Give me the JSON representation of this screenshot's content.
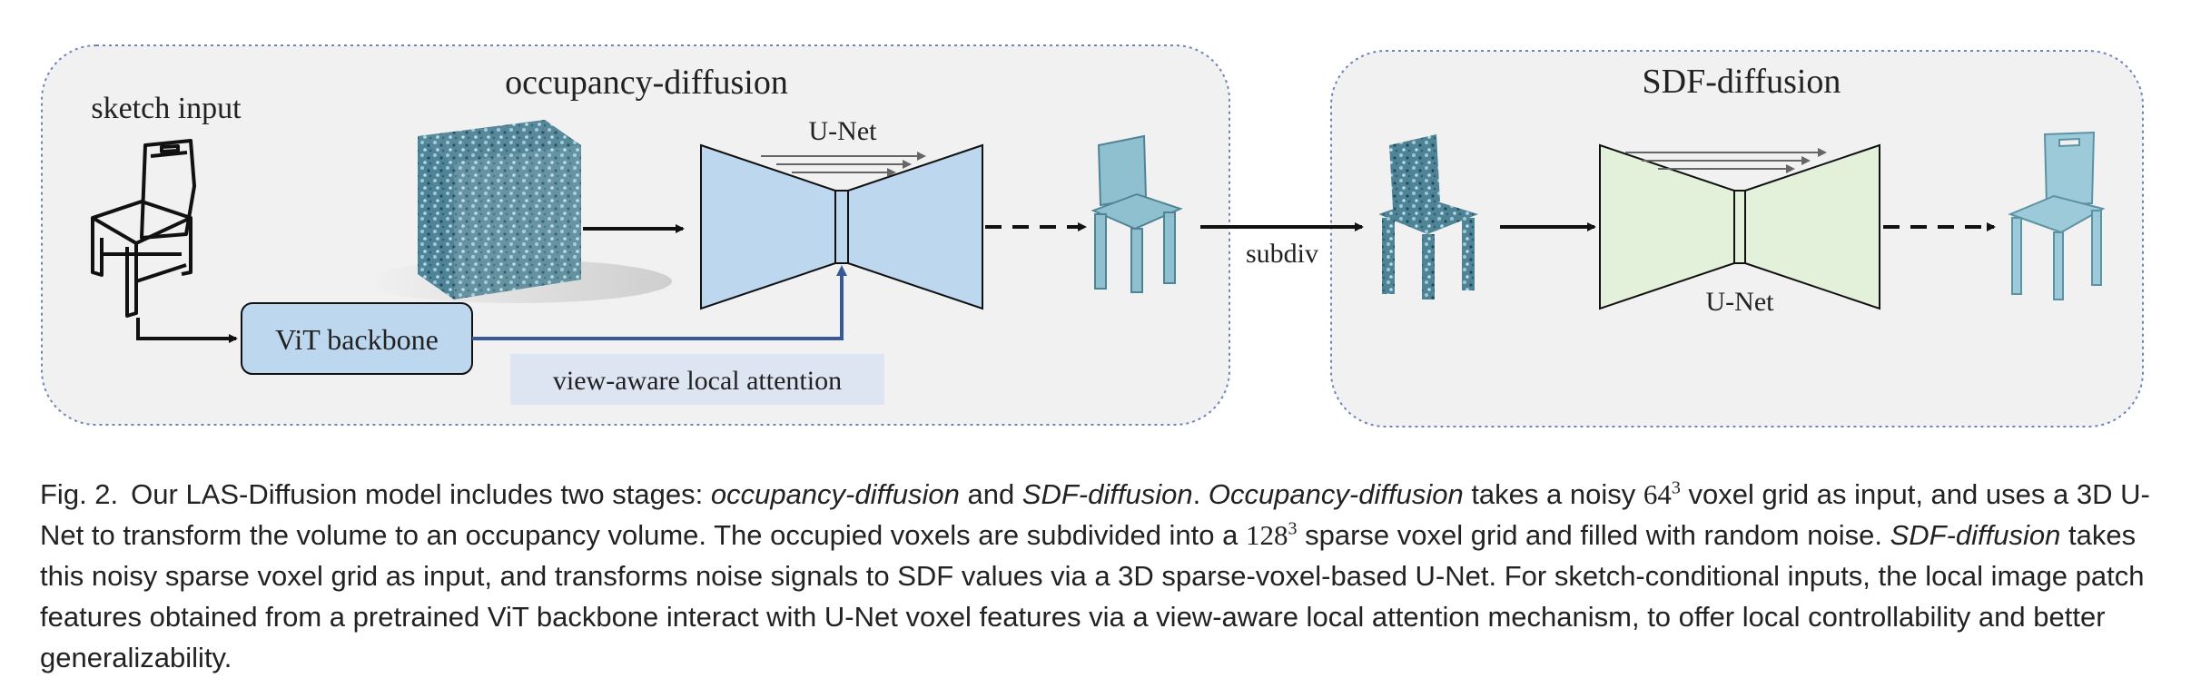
{
  "figure": {
    "stage1_title": "occupancy-diffusion",
    "stage2_title": "SDF-diffusion",
    "sketch_label": "sketch input",
    "unet1_label": "U-Net",
    "unet2_label": "U-Net",
    "vit_label": "ViT backbone",
    "attention_label": "view-aware local attention",
    "subdiv_label": "subdiv",
    "colors": {
      "panel_fill": "#f1f1f1",
      "panel_border": "#6f84b8",
      "unet1_fill": "#bdd7ef",
      "unet2_fill": "#e3f0da",
      "vit_fill": "#bdd7ef",
      "attention_fill": "#dde5f3",
      "link_blue": "#3a5897",
      "voxel": "#6f9fb0",
      "chair": "#93c4d3"
    }
  },
  "caption": {
    "label": "Fig. 2.",
    "t1": "Our LAS-Diffusion model includes two stages: ",
    "i1": "occupancy-diffusion",
    "t2": " and ",
    "i2": "SDF-diffusion",
    "t3": ". ",
    "i3": "Occupancy-diffusion",
    "t4": " takes a noisy ",
    "m1_base": "64",
    "m1_exp": "3",
    "t5": " voxel grid as input, and uses a 3D U-Net to transform the volume to an occupancy volume. The occupied voxels are subdivided into a ",
    "m2_base": "128",
    "m2_exp": "3",
    "t6": " sparse voxel grid and filled with random noise. ",
    "i4": "SDF-diffusion",
    "t7": " takes this noisy sparse voxel grid as input, and transforms noise signals to SDF values via a 3D sparse-voxel-based U-Net. For sketch-conditional inputs, the local image patch features obtained from a pretrained ViT backbone interact with U-Net voxel features via a view-aware local attention mechanism, to offer local controllability and better generalizability."
  }
}
